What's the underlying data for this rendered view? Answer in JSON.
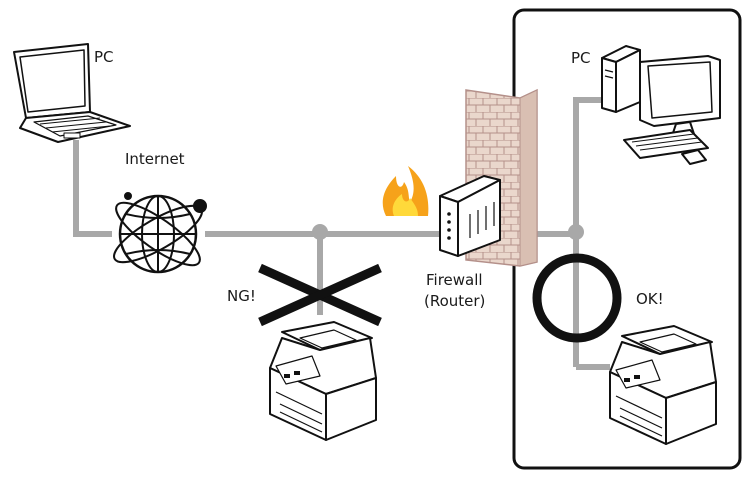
{
  "labels": {
    "pc_left": "PC",
    "internet": "Internet",
    "pc_right": "PC",
    "firewall_line1": "Firewall",
    "firewall_line2": "(Router)",
    "ng": "NG!",
    "ok": "OK!"
  },
  "colors": {
    "line": "#a8a8a8",
    "wall_fill": "#ead7cc",
    "wall_mortar": "#b4908a",
    "flame_outer": "#f6a21a",
    "flame_inner": "#ffd93a",
    "ink": "#111111"
  },
  "icons": {
    "laptop": "laptop-icon",
    "globe": "globe-icon",
    "flame": "flame-icon",
    "brick_wall": "brick-wall-icon",
    "router": "router-icon",
    "desktop": "desktop-computer-icon",
    "printer": "printer-icon",
    "cross": "cross-mark-icon",
    "circle": "circle-mark-icon"
  }
}
